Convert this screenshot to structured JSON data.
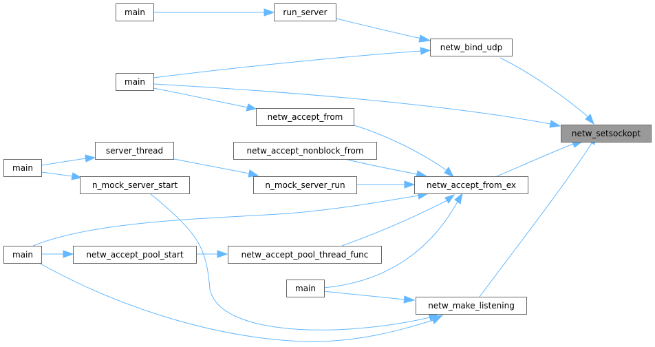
{
  "diagram": {
    "type": "call-graph",
    "focus_node": "netw_setsockopt",
    "edge_color": "#63b8ff",
    "focus_fill": "#999999",
    "node_border": "#666666",
    "nodes": [
      {
        "id": "setsockopt",
        "label": "netw_setsockopt",
        "focus": true
      },
      {
        "id": "bind_udp",
        "label": "netw_bind_udp"
      },
      {
        "id": "run_server",
        "label": "run_server"
      },
      {
        "id": "main1",
        "label": "main"
      },
      {
        "id": "main2",
        "label": "main"
      },
      {
        "id": "accept_from",
        "label": "netw_accept_from"
      },
      {
        "id": "accept_nonblock_from",
        "label": "netw_accept_nonblock_from"
      },
      {
        "id": "accept_from_ex",
        "label": "netw_accept_from_ex"
      },
      {
        "id": "server_thread",
        "label": "server_thread"
      },
      {
        "id": "mock_server_start",
        "label": "n_mock_server_start"
      },
      {
        "id": "mock_server_run",
        "label": "n_mock_server_run"
      },
      {
        "id": "main3",
        "label": "main"
      },
      {
        "id": "main4",
        "label": "main"
      },
      {
        "id": "pool_start",
        "label": "netw_accept_pool_start"
      },
      {
        "id": "pool_thread_func",
        "label": "netw_accept_pool_thread_func"
      },
      {
        "id": "main5",
        "label": "main"
      },
      {
        "id": "make_listening",
        "label": "netw_make_listening"
      }
    ],
    "edges": [
      {
        "from": "main1",
        "to": "run_server"
      },
      {
        "from": "run_server",
        "to": "bind_udp"
      },
      {
        "from": "main2",
        "to": "bind_udp"
      },
      {
        "from": "bind_udp",
        "to": "setsockopt"
      },
      {
        "from": "main2",
        "to": "setsockopt"
      },
      {
        "from": "main2",
        "to": "accept_from"
      },
      {
        "from": "accept_from",
        "to": "accept_from_ex"
      },
      {
        "from": "accept_nonblock_from",
        "to": "accept_from_ex"
      },
      {
        "from": "accept_from_ex",
        "to": "setsockopt"
      },
      {
        "from": "main3",
        "to": "server_thread"
      },
      {
        "from": "main3",
        "to": "mock_server_start"
      },
      {
        "from": "server_thread",
        "to": "mock_server_run"
      },
      {
        "from": "mock_server_run",
        "to": "accept_from_ex"
      },
      {
        "from": "main4",
        "to": "accept_from_ex"
      },
      {
        "from": "main4",
        "to": "pool_start"
      },
      {
        "from": "pool_start",
        "to": "pool_thread_func"
      },
      {
        "from": "pool_thread_func",
        "to": "accept_from_ex"
      },
      {
        "from": "main5",
        "to": "accept_from_ex"
      },
      {
        "from": "main5",
        "to": "make_listening"
      },
      {
        "from": "mock_server_start",
        "to": "make_listening"
      },
      {
        "from": "main4",
        "to": "make_listening"
      },
      {
        "from": "make_listening",
        "to": "setsockopt"
      }
    ]
  }
}
